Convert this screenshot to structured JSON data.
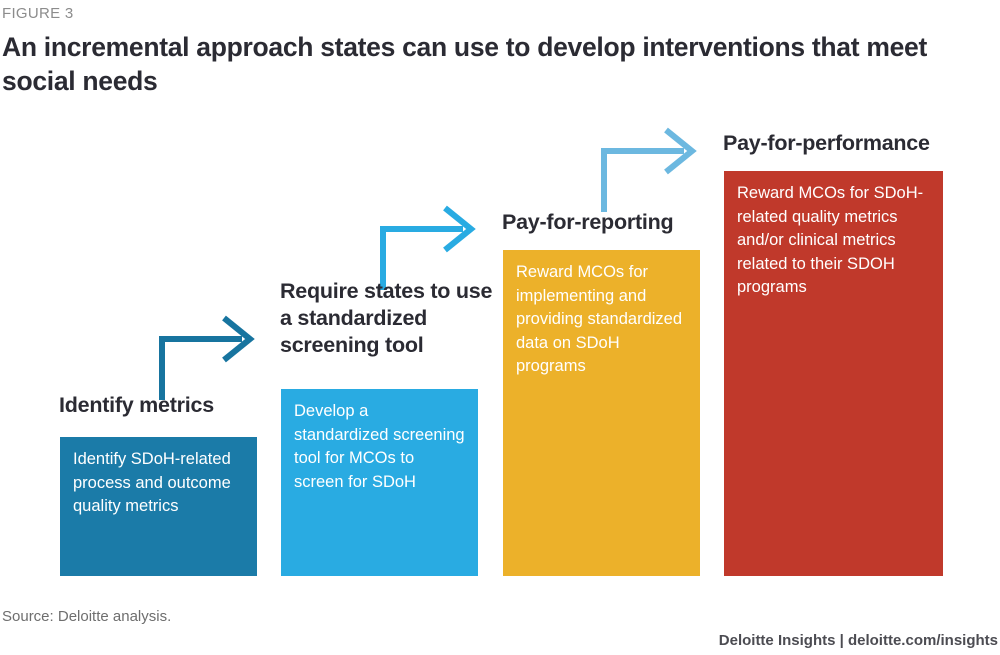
{
  "header": {
    "eyebrow": "FIGURE 3",
    "title": "An incremental approach states can use to develop interventions that meet social needs"
  },
  "footer": {
    "source": "Source: Deloitte analysis.",
    "brand": "Deloitte Insights | deloitte.com/insights"
  },
  "colors": {
    "bar_1": "#1b7ba8",
    "bar_2": "#29ABE2",
    "bar_3": "#ecb12a",
    "bar_4": "#c0392b",
    "arrow_1": "#17749f",
    "arrow_2": "#29ABE2",
    "arrow_3": "#6cb8e0",
    "title_text": "#2b2b33",
    "eyebrow_text": "#8c8c8c",
    "bar_text": "#ffffff"
  },
  "steps": [
    {
      "id": "identify-metrics",
      "label": "Identify metrics",
      "body": "Identify SDoH-related process and outcome quality metrics",
      "color": "#1b7ba8"
    },
    {
      "id": "standardized-screening-tool",
      "label": "Require states to use a standardized screening tool",
      "body": "Develop a standardized screening tool for MCOs to screen for SDoH",
      "color": "#29ABE2"
    },
    {
      "id": "pay-for-reporting",
      "label": "Pay-for-reporting",
      "body": "Reward MCOs for implementing and providing standardized data on SDoH programs",
      "color": "#ecb12a"
    },
    {
      "id": "pay-for-performance",
      "label": "Pay-for-performance",
      "body": "Reward MCOs for SDoH-related quality metrics and/or clinical metrics related to their SDOH programs",
      "color": "#c0392b"
    }
  ],
  "arrows": [
    {
      "id": "arrow-step1-to-step2",
      "color": "#17749f"
    },
    {
      "id": "arrow-step2-to-step3",
      "color": "#29ABE2"
    },
    {
      "id": "arrow-step3-to-step4",
      "color": "#6cb8e0"
    }
  ]
}
